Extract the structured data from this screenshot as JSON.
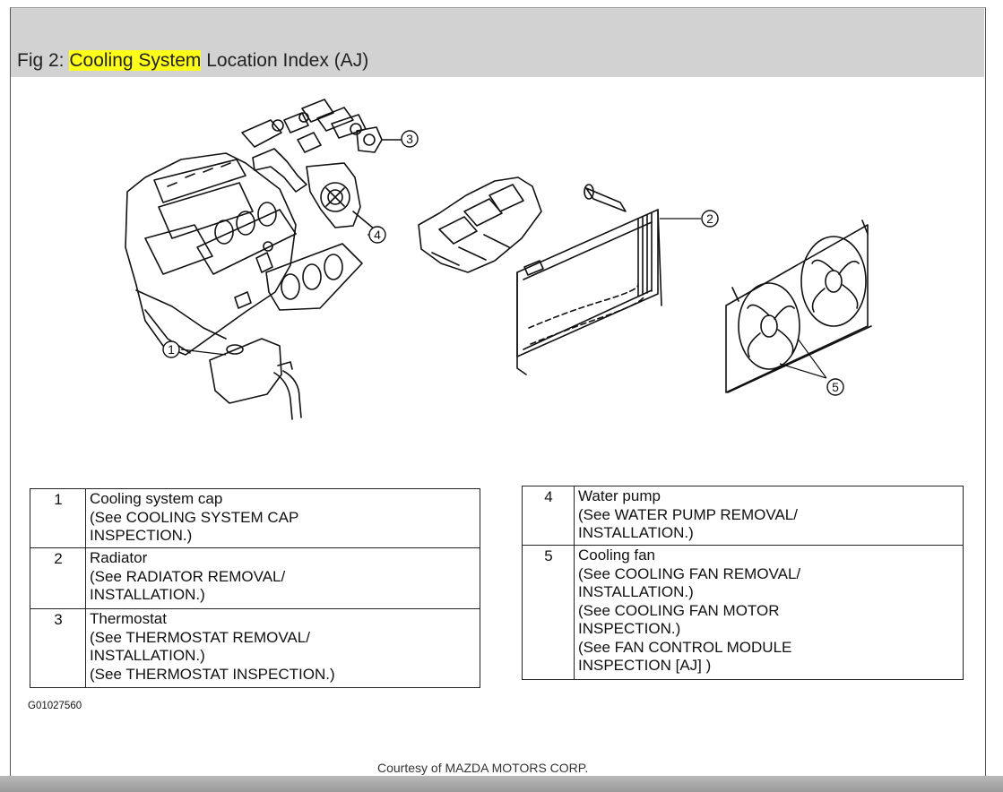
{
  "figure": {
    "title_prefix": "Fig 2: ",
    "title_highlight": "Cooling System",
    "title_suffix": " Location Index (AJ)",
    "highlight_color": "#ffff1a",
    "header_color": "#d2d2d2"
  },
  "callouts": [
    "1",
    "2",
    "3",
    "4",
    "5"
  ],
  "parts_left": [
    {
      "num": "1",
      "name": "Cooling system cap",
      "refs": [
        "(See COOLING SYSTEM CAP",
        "INSPECTION.)"
      ]
    },
    {
      "num": "2",
      "name": "Radiator",
      "refs": [
        "(See RADIATOR REMOVAL/",
        "INSTALLATION.)"
      ]
    },
    {
      "num": "3",
      "name": "Thermostat",
      "refs": [
        "(See THERMOSTAT REMOVAL/",
        "INSTALLATION.)",
        "(See THERMOSTAT INSPECTION.)"
      ]
    }
  ],
  "parts_right": [
    {
      "num": "4",
      "name": "Water pump",
      "refs": [
        "(See WATER PUMP REMOVAL/",
        "INSTALLATION.)"
      ]
    },
    {
      "num": "5",
      "name": "Cooling fan",
      "refs": [
        "(See COOLING FAN REMOVAL/",
        "INSTALLATION.)",
        "(See COOLING FAN MOTOR",
        "INSPECTION.)",
        "(See FAN CONTROL MODULE",
        "INSPECTION [AJ] )"
      ]
    }
  ],
  "figure_code": "G01027560",
  "courtesy": "Courtesy of MAZDA MOTORS CORP."
}
